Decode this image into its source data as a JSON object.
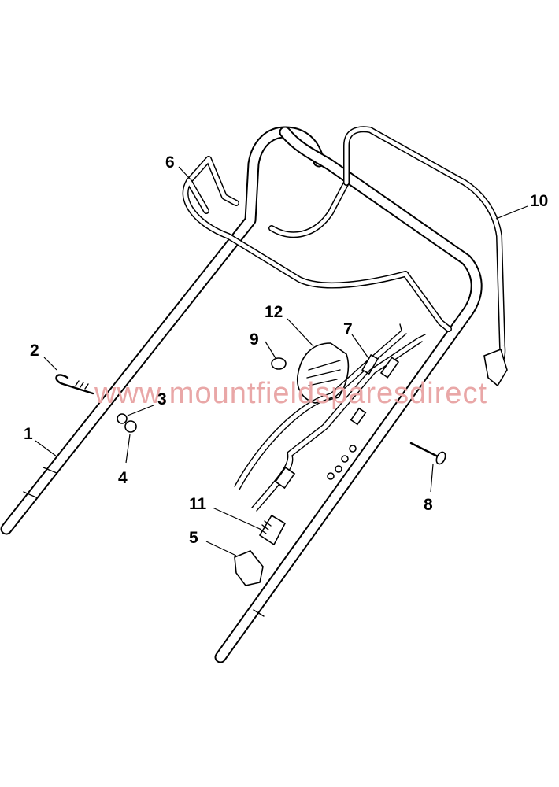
{
  "watermark": {
    "text": "www.mountfieldsparesdirect",
    "color": "#e9a7a7"
  },
  "callouts": [
    "1",
    "2",
    "3",
    "4",
    "5",
    "6",
    "7",
    "8",
    "9",
    "10",
    "11",
    "12"
  ]
}
